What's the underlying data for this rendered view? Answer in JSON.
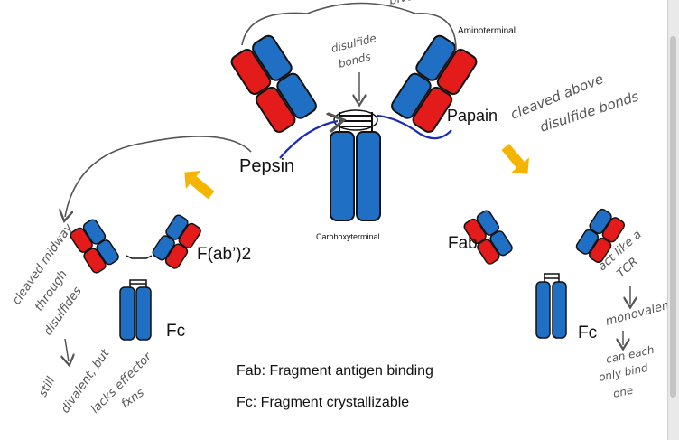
{
  "labels": {
    "aminoterminal": "Aminoterminal",
    "caroboxyterminal": "Caroboxyterminal",
    "pepsin": "Pepsin",
    "papain": "Papain",
    "fab2": "F(ab’)2",
    "fab": "Fab",
    "fc_left": "Fc",
    "fc_right": "Fc"
  },
  "legend": {
    "fab_line": "Fab: Fragment antigen binding",
    "fc_line": "Fc: Fragment crystallizable"
  },
  "notes": {
    "bivalent": "bivalent",
    "disulfide_1": "disulfide",
    "disulfide_2": "bonds",
    "papain_1": "cleaved above",
    "papain_2": "disulfide bonds",
    "left_1": "cleaved midway",
    "left_2": "through",
    "left_3": "disulfides",
    "left_4": "still",
    "left_5": "divalent, but",
    "left_6": "lacks effector",
    "left_7": "fxns",
    "right_1": "act like a",
    "right_2": "TCR",
    "right_3": "monovalent",
    "right_4": "can each",
    "right_5": "only bind",
    "right_6": "one"
  },
  "colors": {
    "heavy_chain": "#1f6fc5",
    "light_chain": "#e31b1b",
    "outline": "#111111",
    "pepsin_arrow": "#1c2bb8",
    "orange_arrow": "#f5b400",
    "ink": "#555555"
  }
}
